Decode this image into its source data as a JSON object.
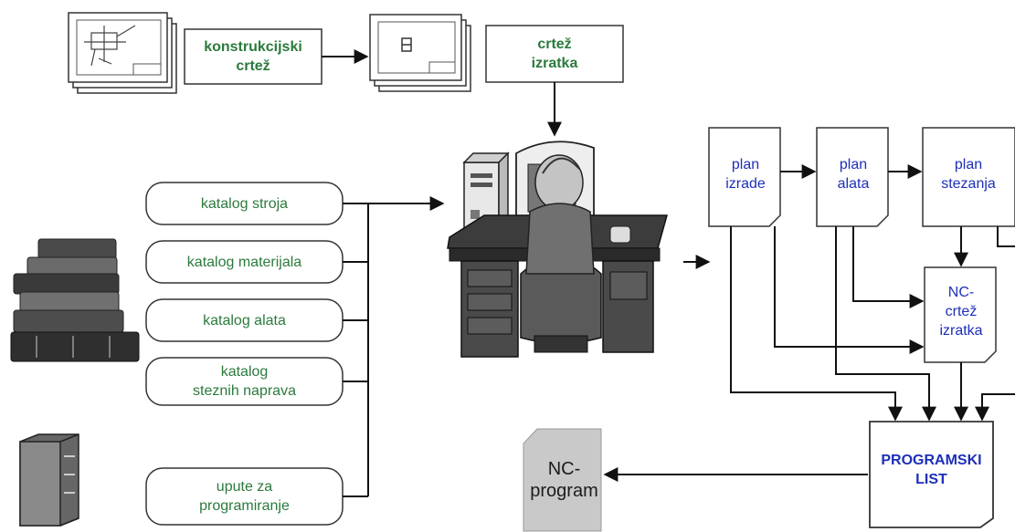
{
  "top": {
    "konstrukcijski": "konstrukcijski\ncrtež",
    "crtez_izratka": "crtež\nizratka"
  },
  "catalogs": {
    "stroj": "katalog stroja",
    "materijal": "katalog materijala",
    "alat": "katalog alata",
    "stezne": "katalog\nsteznih naprava",
    "upute": "upute za\nprogramiranje"
  },
  "plans": {
    "izrade": "plan\nizrade",
    "alata": "plan\nalata",
    "stezanja": "plan\nstezanja"
  },
  "nc_crtez": "NC-\ncrtež\nizratka",
  "programski_list": "PROGRAMSKI\nLIST",
  "nc_program": "NC-\nprogram",
  "colors": {
    "green_text": "#2b7a3d",
    "blue_text": "#1d2fb8",
    "line": "#111111",
    "doc_gray": "#c9c9c9"
  }
}
